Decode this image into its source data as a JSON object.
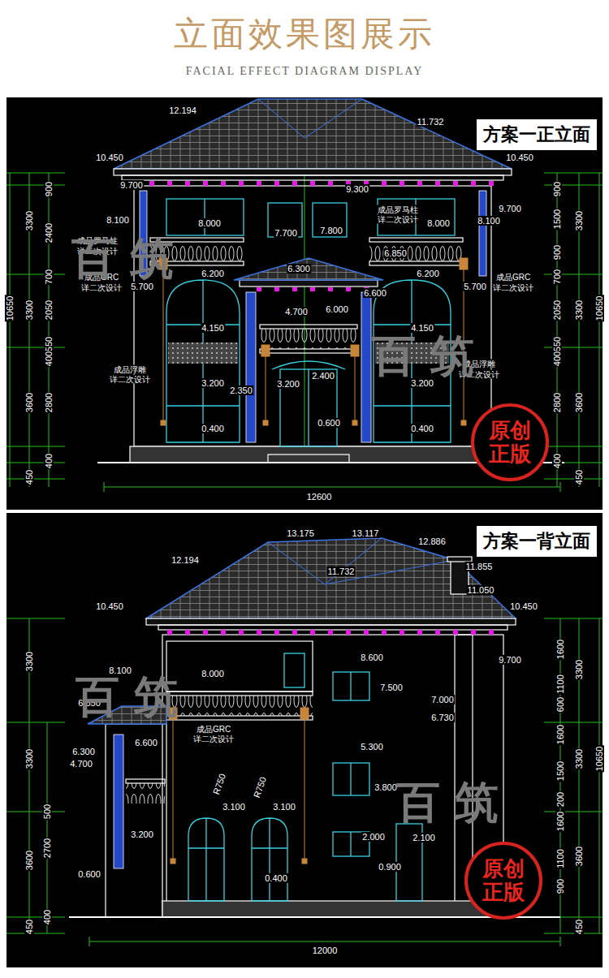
{
  "diagram": {
    "title": "立面效果图展示",
    "caption": "FACIAL EFFECT DIAGRAM DISPLAY",
    "nodes": [
      {
        "text": [
          "方案一正立面"
        ]
      },
      {
        "text": [
          "原创 正版"
        ]
      },
      {
        "text": [
          "方案一背立面"
        ]
      },
      {
        "text": [
          "原创 正版"
        ]
      }
    ],
    "labels": [
      "12.194",
      "11.732",
      "10.450",
      "10.450",
      "9.700",
      "9.300",
      "9.700",
      "8.100",
      "8.000",
      "7.700",
      "7.800",
      "成品罗马柱",
      "详二次设计",
      "8.000",
      "8.100",
      "成品罗马柱",
      "详二次设计",
      "6.850",
      "6.300",
      "6.200",
      "6.200",
      "成品GRC",
      "详二次设计",
      "成品GRC",
      "详二次设计",
      "5.700",
      "5.700",
      "6.600",
      "4.700",
      "6.000",
      "4.150",
      "4.150",
      "成品浮雕",
      "详二次设计",
      "成品浮雕",
      "详二次设计",
      "2.400",
      "3.200",
      "3.200",
      "3.200",
      "2.350",
      "0.600",
      "0.400",
      "0.400",
      "12600",
      "900",
      "2400",
      "700",
      "2050",
      "550",
      "400",
      "2800",
      "400",
      "3300",
      "3300",
      "3600",
      "450",
      "10650",
      "900",
      "1500",
      "900",
      "700",
      "2050",
      "550",
      "400",
      "2800",
      "400",
      "3300",
      "3300",
      "3600",
      "450",
      "10650",
      "百筑",
      "百筑",
      "13.175",
      "13.117",
      "12.886",
      "12.194",
      "11.855",
      "11.732",
      "11.050",
      "10.450",
      "10.450",
      "9.700",
      "8.600",
      "8.100",
      "8.000",
      "7.500",
      "7.000",
      "6.850",
      "6.730",
      "成品GRC",
      "详二次设计",
      "6.600",
      "6.300",
      "5.300",
      "4.700",
      "R750",
      "R750",
      "3.800",
      "3.100",
      "3.100",
      "3.200",
      "2.000",
      "2.100",
      "0.900",
      "0.600",
      "0.400",
      "12000",
      "3300",
      "3300",
      "3600",
      "450",
      "500",
      "2700",
      "400",
      "1600",
      "1100",
      "600",
      "1600",
      "1500",
      "200",
      "1600",
      "1100",
      "900",
      "3300",
      "3300",
      "3600",
      "450",
      "10650",
      "百筑",
      "百筑"
    ]
  }
}
